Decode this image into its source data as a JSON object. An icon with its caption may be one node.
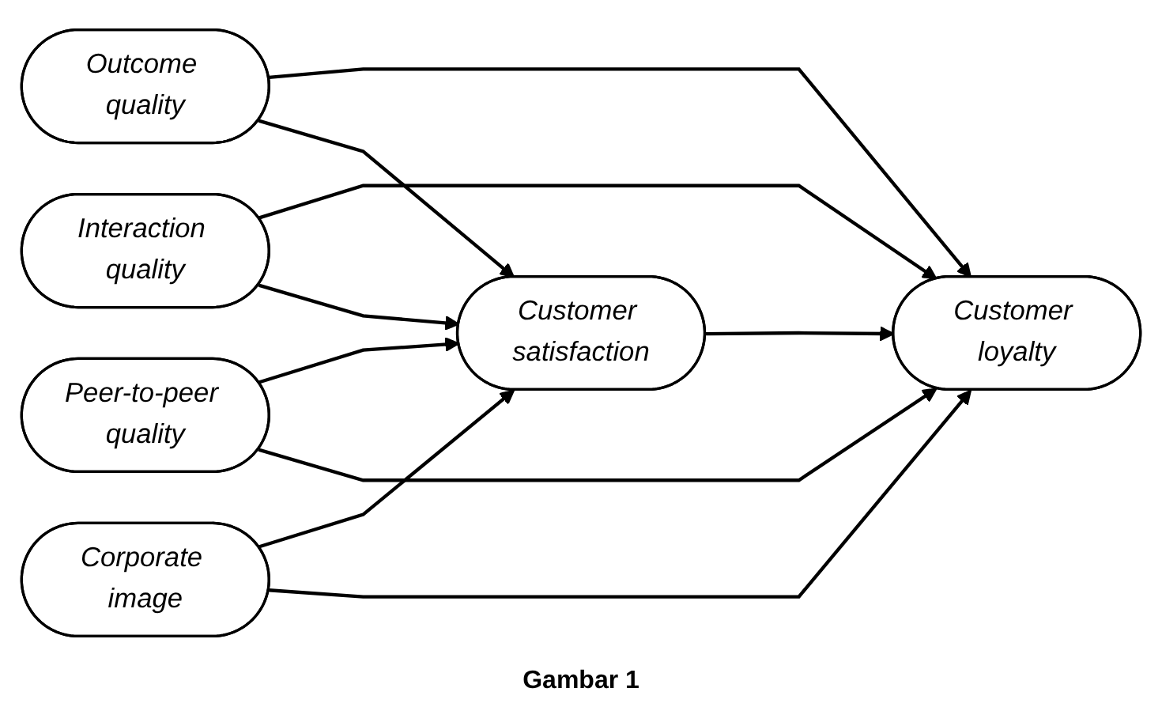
{
  "diagram": {
    "caption": "Gambar 1",
    "nodes": [
      {
        "text": [
          "Outcome quality"
        ]
      },
      {
        "text": [
          "Interaction quality"
        ]
      },
      {
        "text": [
          "Peer-to-peer quality"
        ]
      },
      {
        "text": [
          "Corporate image"
        ]
      },
      {
        "text": [
          "Customer satisfaction"
        ]
      },
      {
        "text": [
          "Customer loyalty"
        ]
      }
    ],
    "edges": [
      {
        "from": 0,
        "to": 5,
        "arrow": "to"
      },
      {
        "from": 0,
        "to": 4,
        "arrow": "to"
      },
      {
        "from": 1,
        "to": 5,
        "arrow": "to"
      },
      {
        "from": 1,
        "to": 4,
        "arrow": "to"
      },
      {
        "from": 2,
        "to": 4,
        "arrow": "to"
      },
      {
        "from": 2,
        "to": 5,
        "arrow": "to"
      },
      {
        "from": 3,
        "to": 4,
        "arrow": "to"
      },
      {
        "from": 3,
        "to": 5,
        "arrow": "to"
      },
      {
        "from": 4,
        "to": 5,
        "arrow": "to"
      }
    ]
  }
}
